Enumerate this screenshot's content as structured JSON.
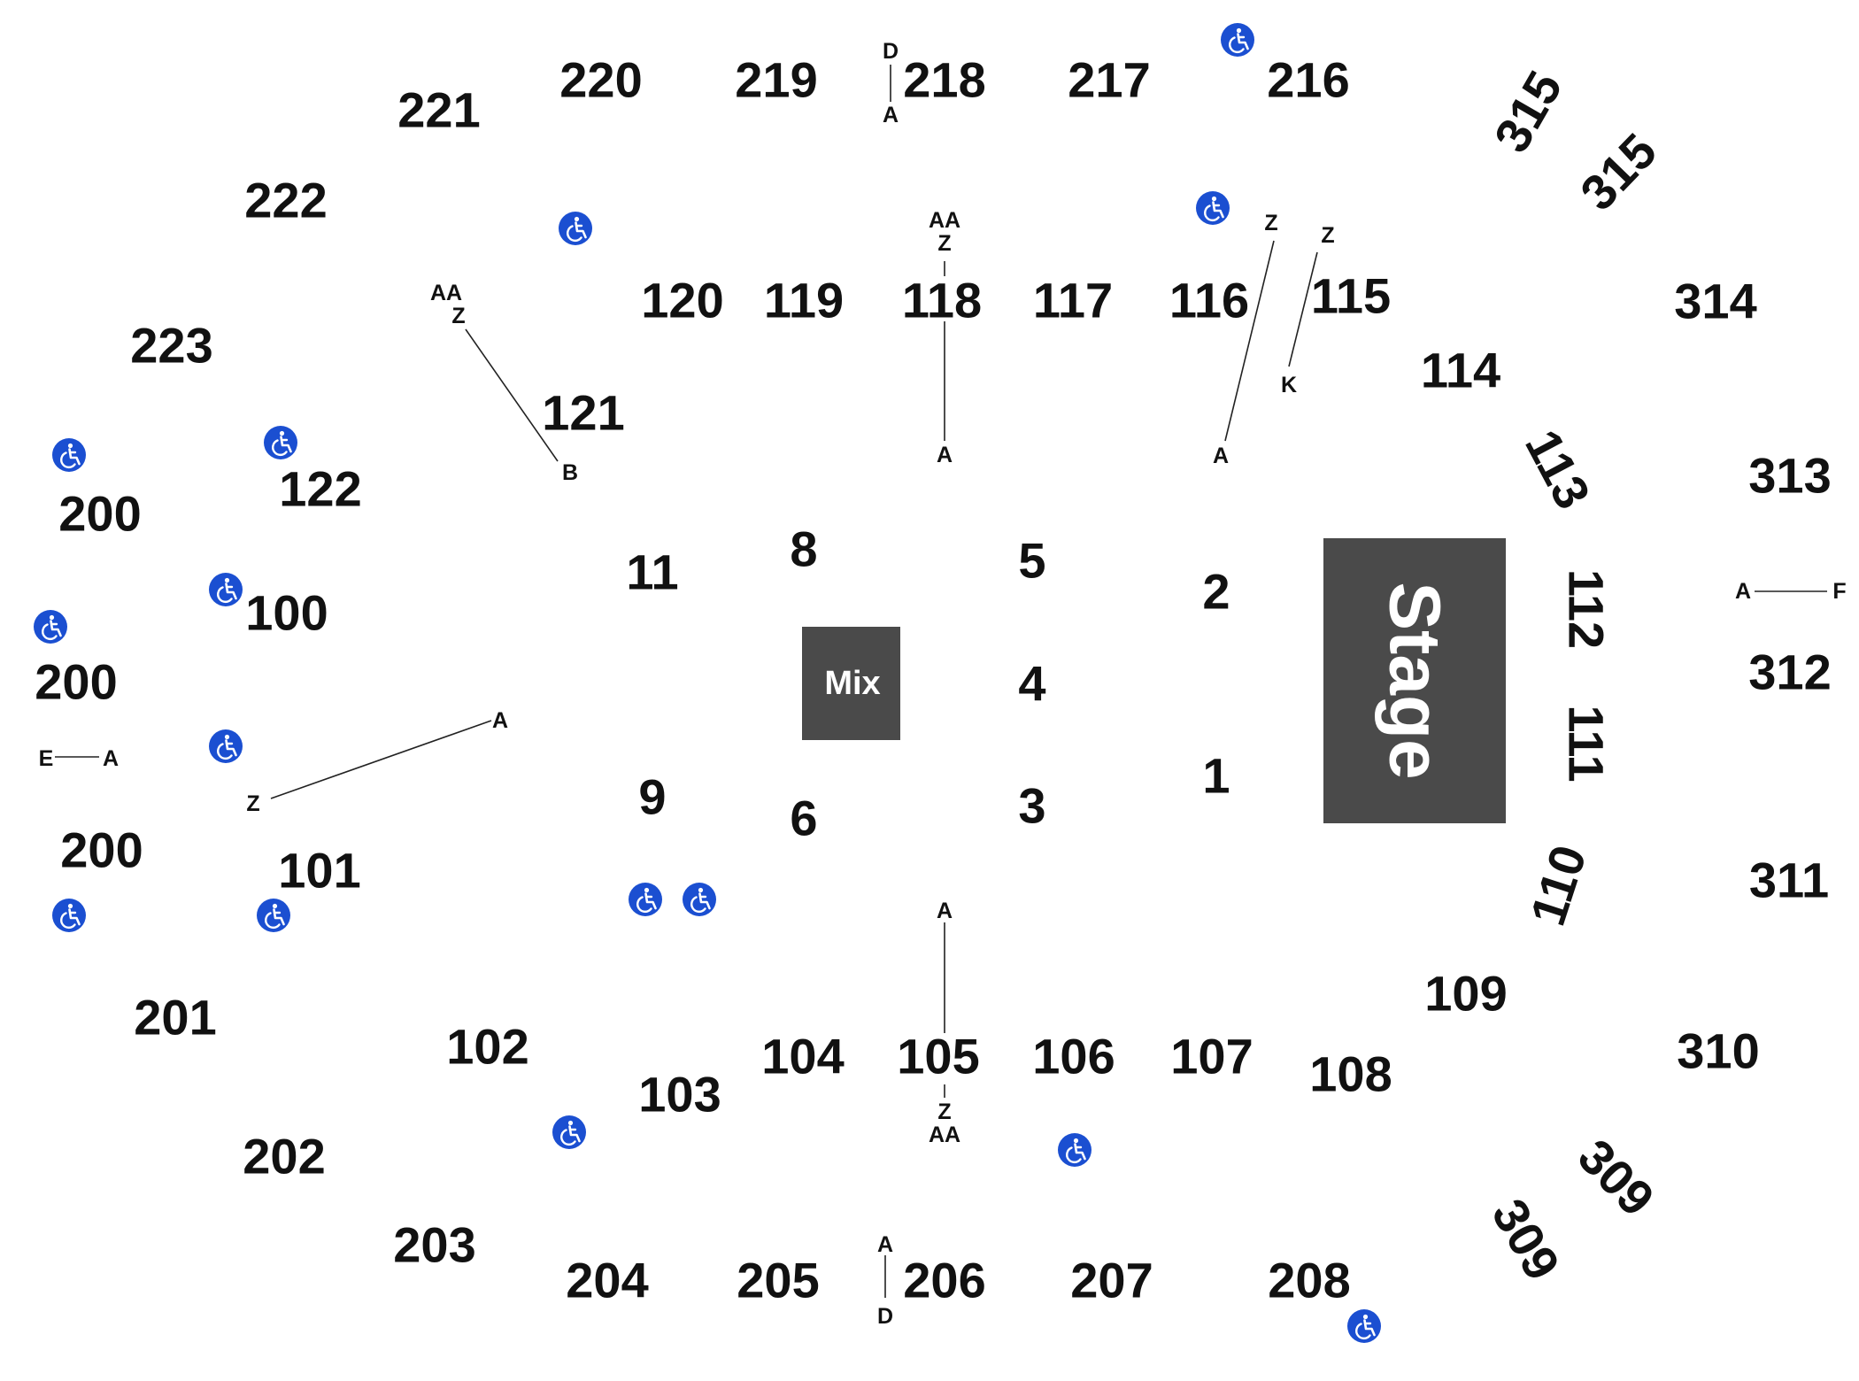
{
  "stage": {
    "label": "Stage"
  },
  "mix": {
    "label": "Mix"
  },
  "colors": {
    "accessible": "#1b4fd1",
    "box": "#4a4a4a",
    "text": "#111111"
  },
  "floor": {
    "s1": "1",
    "s2": "2",
    "s3": "3",
    "s4": "4",
    "s5": "5",
    "s6": "6",
    "s8": "8",
    "s9": "9",
    "s11": "11"
  },
  "lower": {
    "s100": "100",
    "s101": "101",
    "s102": "102",
    "s103": "103",
    "s104": "104",
    "s105": "105",
    "s106": "106",
    "s107": "107",
    "s108": "108",
    "s109": "109",
    "s110": "110",
    "s111": "111",
    "s112": "112",
    "s113": "113",
    "s114": "114",
    "s115": "115",
    "s116": "116",
    "s117": "117",
    "s118": "118",
    "s119": "119",
    "s120": "120",
    "s121": "121",
    "s122": "122"
  },
  "upper": {
    "s200a": "200",
    "s200b": "200",
    "s200c": "200",
    "s201": "201",
    "s202": "202",
    "s203": "203",
    "s204": "204",
    "s205": "205",
    "s206": "206",
    "s207": "207",
    "s208": "208",
    "s216": "216",
    "s217": "217",
    "s218": "218",
    "s219": "219",
    "s220": "220",
    "s221": "221",
    "s222": "222",
    "s223": "223"
  },
  "terrace": {
    "s309a": "309",
    "s309b": "309",
    "s310": "310",
    "s311": "311",
    "s312": "312",
    "s313": "313",
    "s314": "314",
    "s315a": "315",
    "s315b": "315"
  },
  "rows": {
    "r218_top": "D",
    "r218_bottom": "A",
    "r118_aa": "AA",
    "r118_z": "Z",
    "r118_a": "A",
    "r121_aa": "AA",
    "r121_z": "Z",
    "r121_b": "B",
    "r116_z": "Z",
    "r116_a": "A",
    "r115_z": "Z",
    "r115_k": "K",
    "r101_a": "A",
    "r101_z": "Z",
    "r200_e": "E",
    "r200_a": "A",
    "r312_a": "A",
    "r312_f": "F",
    "r105_a": "A",
    "r105_z": "Z",
    "r105_aa": "AA",
    "r206_a": "A",
    "r206_d": "D"
  },
  "accessible_icons": [
    "accessible-icon",
    "accessible-icon",
    "accessible-icon",
    "accessible-icon",
    "accessible-icon",
    "accessible-icon",
    "accessible-icon",
    "accessible-icon",
    "accessible-icon",
    "accessible-icon",
    "accessible-icon",
    "accessible-icon",
    "accessible-icon",
    "accessible-icon",
    "accessible-icon"
  ]
}
